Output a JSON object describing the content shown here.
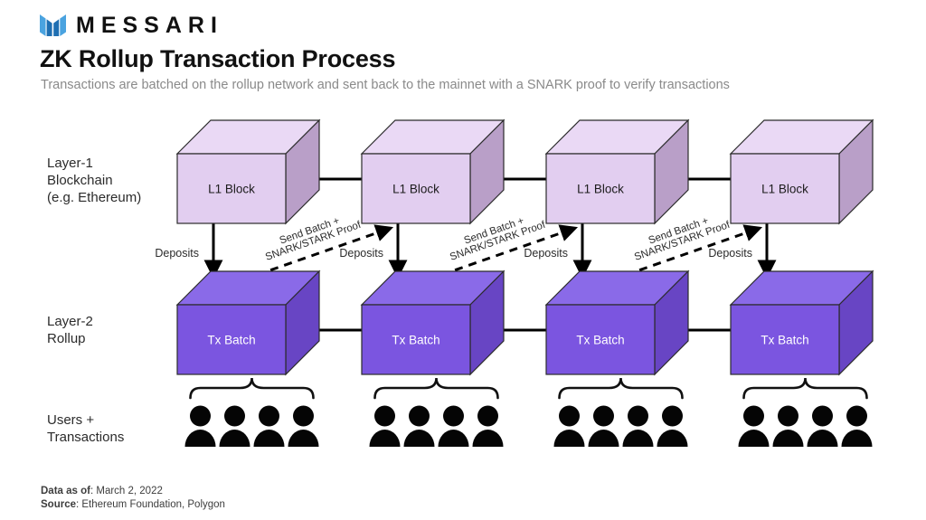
{
  "brand": {
    "name": "MESSARI",
    "logo_icon": "messari-m-logo",
    "logo_color_light": "#4aa3e0",
    "logo_color_dark": "#1f6fb2"
  },
  "header": {
    "title": "ZK Rollup Transaction Process",
    "subtitle": "Transactions are batched on the rollup network and sent back to the mainnet with a SNARK proof to verify transactions"
  },
  "rows": {
    "layer1": {
      "label_line1": "Layer-1",
      "label_line2": "Blockchain",
      "label_line3": "(e.g. Ethereum)",
      "block_label": "L1 Block",
      "count": 4,
      "face_color": "#e2cef0",
      "top_color": "#ead9f5",
      "side_color": "#b99fc8"
    },
    "layer2": {
      "label_line1": "Layer-2",
      "label_line2": "Rollup",
      "block_label": "Tx Batch",
      "count": 4,
      "face_color": "#7b55e0",
      "top_color": "#8a6ae8",
      "side_color": "#6845c4"
    },
    "users": {
      "label_line1": "Users +",
      "label_line2": "Transactions",
      "groups": 4,
      "people_per_group": 4,
      "person_icon": "person-icon",
      "brace_icon": "curly-brace-icon"
    }
  },
  "connectors": {
    "deposit_label": "Deposits",
    "deposit_count": 4,
    "proof_label_line1": "Send Batch +",
    "proof_label_line2": "SNARK/STARK Proof",
    "proof_count": 3,
    "chain_link_count": 3
  },
  "footer": {
    "data_as_of_label": "Data as of",
    "data_as_of_value": "March 2, 2022",
    "source_label": "Source",
    "source_value": "Ethereum Foundation, Polygon"
  }
}
